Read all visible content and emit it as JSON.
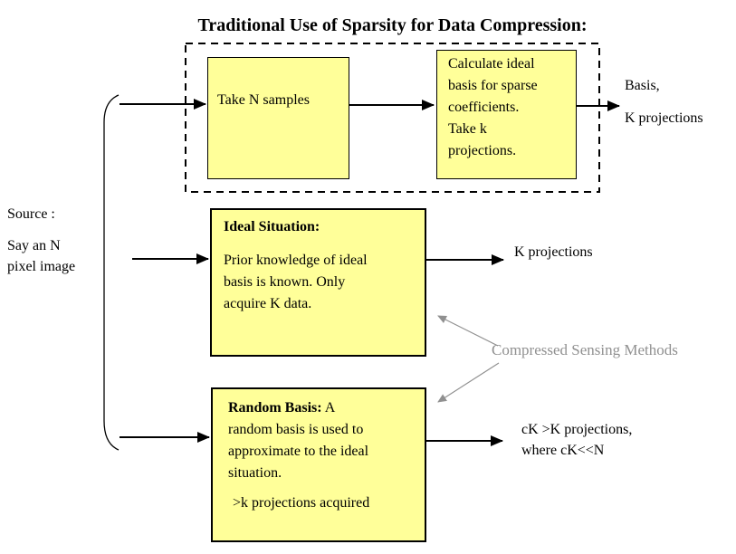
{
  "title": "Traditional Use of Sparsity for Data Compression:",
  "colors": {
    "box_fill": "#FFFF99",
    "box_border": "#000000",
    "muted_gray": "#909090",
    "arrow_black": "#000000"
  },
  "source": {
    "label": "Source :",
    "description": "Say an N\npixel image"
  },
  "traditional": {
    "take_samples": "Take N samples",
    "calculate": "Calculate ideal\nbasis for sparse\ncoefficients.\nTake k\nprojections.",
    "output_line1": "Basis,",
    "output_line2": "K projections"
  },
  "ideal": {
    "heading": "Ideal Situation:",
    "body": "Prior knowledge of ideal\nbasis is known. Only\nacquire K data.",
    "output": "K projections"
  },
  "random": {
    "heading": "Random Basis:",
    "body": " A\nrandom basis is used to\napproximate to the ideal\nsituation.",
    "note": ">k projections acquired",
    "output": "cK >K projections,\nwhere cK<<N"
  },
  "annotation": "Compressed Sensing Methods"
}
